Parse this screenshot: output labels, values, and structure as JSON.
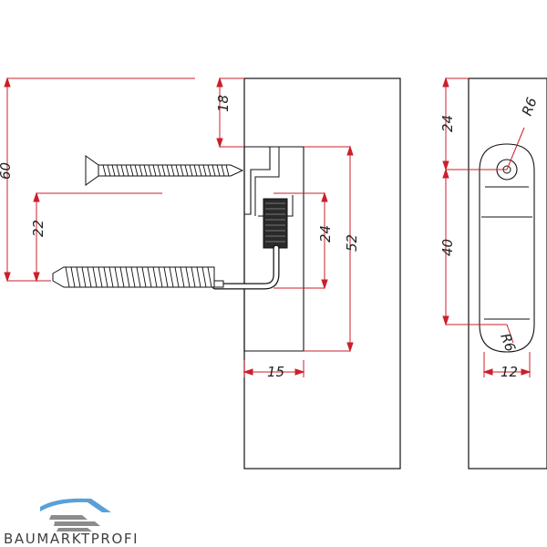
{
  "drawing": {
    "colors": {
      "outline": "#111111",
      "dimension": "#cc1f2b",
      "text": "#222222",
      "logo_primary": "#5aa0d8",
      "logo_secondary": "#8c8c8c"
    },
    "dimensions": {
      "d60": "60",
      "d18": "18",
      "d22": "22",
      "d24_side": "24",
      "d52": "52",
      "d15": "15",
      "d24_front": "24",
      "d40": "40",
      "r6_top": "R6",
      "r6_bottom": "R6",
      "d12": "12"
    }
  },
  "brand": {
    "name": "BAUMARKTPROFI"
  },
  "icons": {
    "logo": "roof-logo-icon",
    "wood_screw": "countersunk-screw-icon",
    "lag_hook": "threaded-hook-icon"
  }
}
